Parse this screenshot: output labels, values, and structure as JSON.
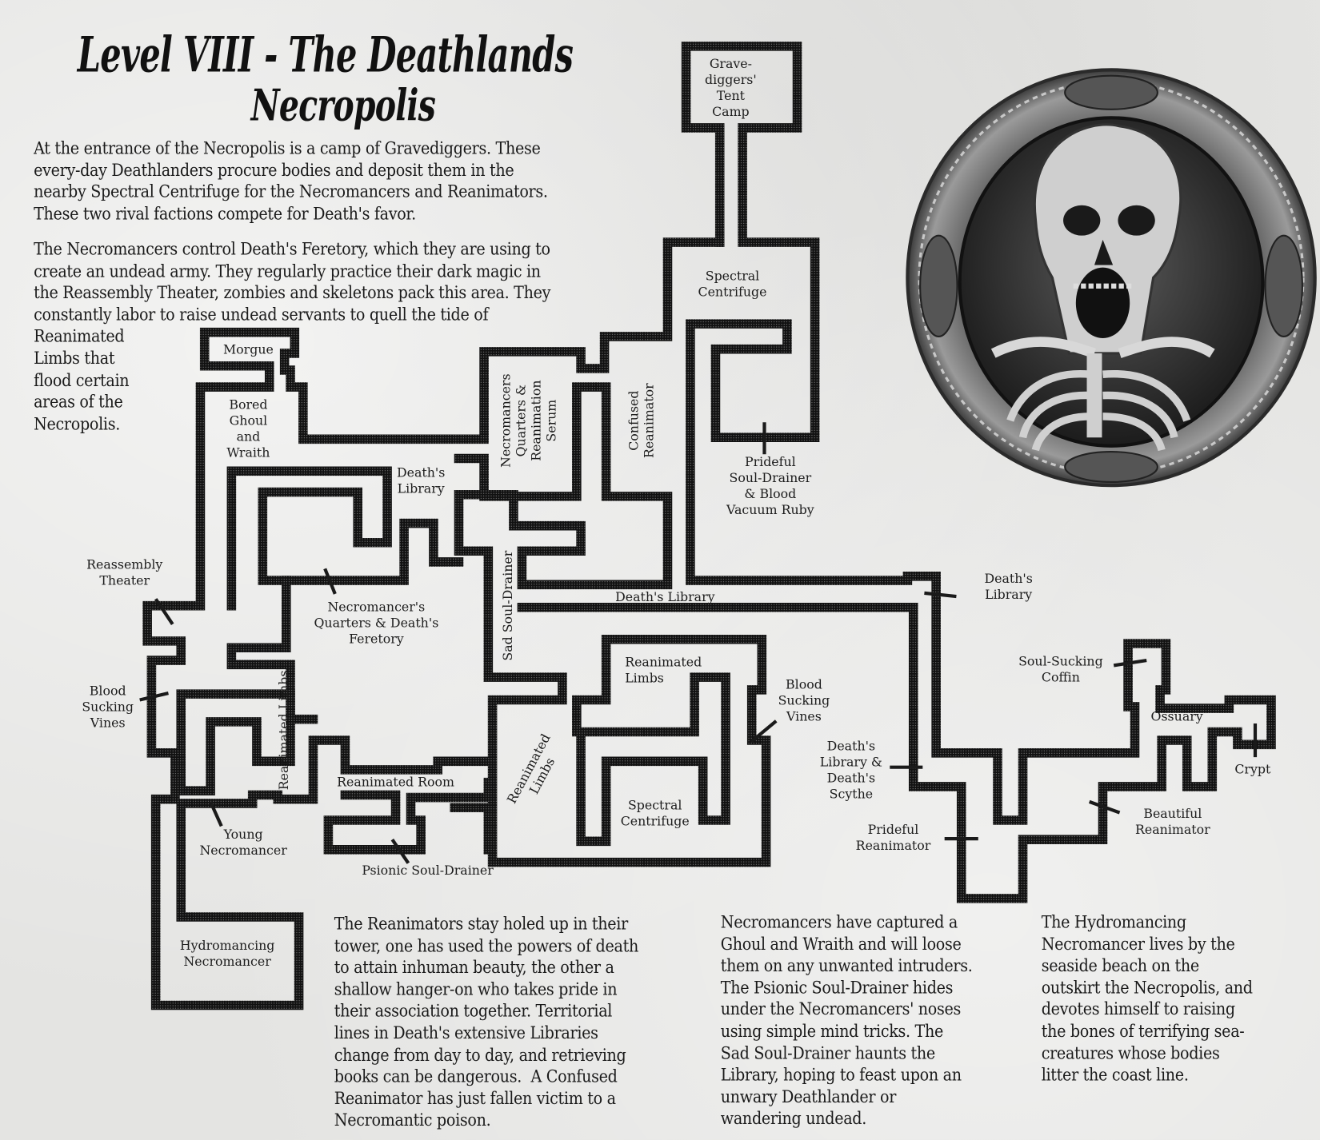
{
  "title": {
    "line1": "Level VIII - The Deathlands",
    "line2": "Necropolis"
  },
  "intro": {
    "p1": "At the entrance of the Necropolis is a camp of Gravediggers. These\nevery-day Deathlanders procure bodies and deposit them in the\nnearby Spectral Centrifuge for the Necromancers and Reanimators.\nThese two rival factions compete for Death's favor.",
    "p2": "The Necromancers control Death's Feretory, which they are using to\ncreate an undead army. They regularly practice their dark magic in\nthe Reassembly Theater, zombies and skeletons pack this area. They\nconstantly labor to raise undead servants to quell the tide of\nReanimated\nLimbs that\nflood certain\nareas of the\nNecropolis."
  },
  "columns": {
    "reanimators": "The Reanimators stay holed up in their\ntower, one has used the powers of death\nto attain inhuman beauty, the other a\nshallow hanger-on who takes pride in\ntheir association together. Territorial\nlines in Death's extensive Libraries\nchange from day to day, and retrieving\nbooks can be dangerous.  A Confused\nReanimator has just fallen victim to a\nNecromantic poison.",
    "necromancers": "Necromancers have captured a\nGhoul and Wraith and will loose\nthem on any unwanted intruders.\nThe Psionic Soul-Drainer hides\nunder the Necromancers' noses\nusing simple mind tricks. The\nSad Soul-Drainer haunts the\nLibrary, hoping to feast upon an\nunwary Deathlander or\nwandering undead.",
    "hydromancer": "The Hydromancing\nNecromancer lives by the\nseaside beach on the\noutskirt the Necropolis, and\ndevotes himself to raising\nthe bones of terrifying sea-\ncreatures whose bodies\nlitter the coast line."
  },
  "map": {
    "rooms": {
      "gravediggers": "Grave-\ndiggers'\nTent\nCamp",
      "spectral_centrifuge_north": "Spectral\nCentrifuge",
      "prideful_soul_drainer": "Prideful\nSoul-Drainer\n& Blood\nVacuum Ruby",
      "morgue": "Morgue",
      "bored_ghoul": "Bored\nGhoul\nand\nWraith",
      "deaths_library_west": "Death's\nLibrary",
      "necro_quarters_serum": "Necromancers\nQuarters &\nReanimation\nSerum",
      "confused_reanimator": "Confused\nReanimator",
      "reassembly_theater": "Reassembly\nTheater",
      "necro_quarters_feretory": "Necromancer's\nQuarters & Death's\nFeretory",
      "sad_soul_drainer": "Sad Soul-Drainer",
      "deaths_library_corridor": "Death's Library",
      "deaths_library_east": "Death's\nLibrary",
      "reanimated_limbs_center": "Reanimated\nLimbs",
      "blood_vines_east": "Blood\nSucking\nVines",
      "soul_sucking_coffin": "Soul-Sucking\nCoffin",
      "ossuary": "Ossuary",
      "crypt": "Crypt",
      "blood_vines_west": "Blood\nSucking\nVines",
      "reanimated_limbs_west": "Reanimated Limbs",
      "deaths_scythe": "Death's\nLibrary &\nDeath's\nScythe",
      "reanimated_room": "Reanimated Room",
      "reanimated_limbs_south": "Reanimated\nLimbs",
      "spectral_centrifuge_south": "Spectral\nCentrifuge",
      "young_necromancer": "Young\nNecromancer",
      "prideful_reanimator": "Prideful\nReanimator",
      "beautiful_reanimator": "Beautiful\nReanimator",
      "psionic_soul_drainer": "Psionic Soul-Drainer",
      "hydromancing_necromancer": "Hydromancing\nNecromancer"
    },
    "wall_color": "#141414",
    "paper_color": "#e4e4e2"
  },
  "portrait": {
    "icon": "skull-portrait"
  }
}
